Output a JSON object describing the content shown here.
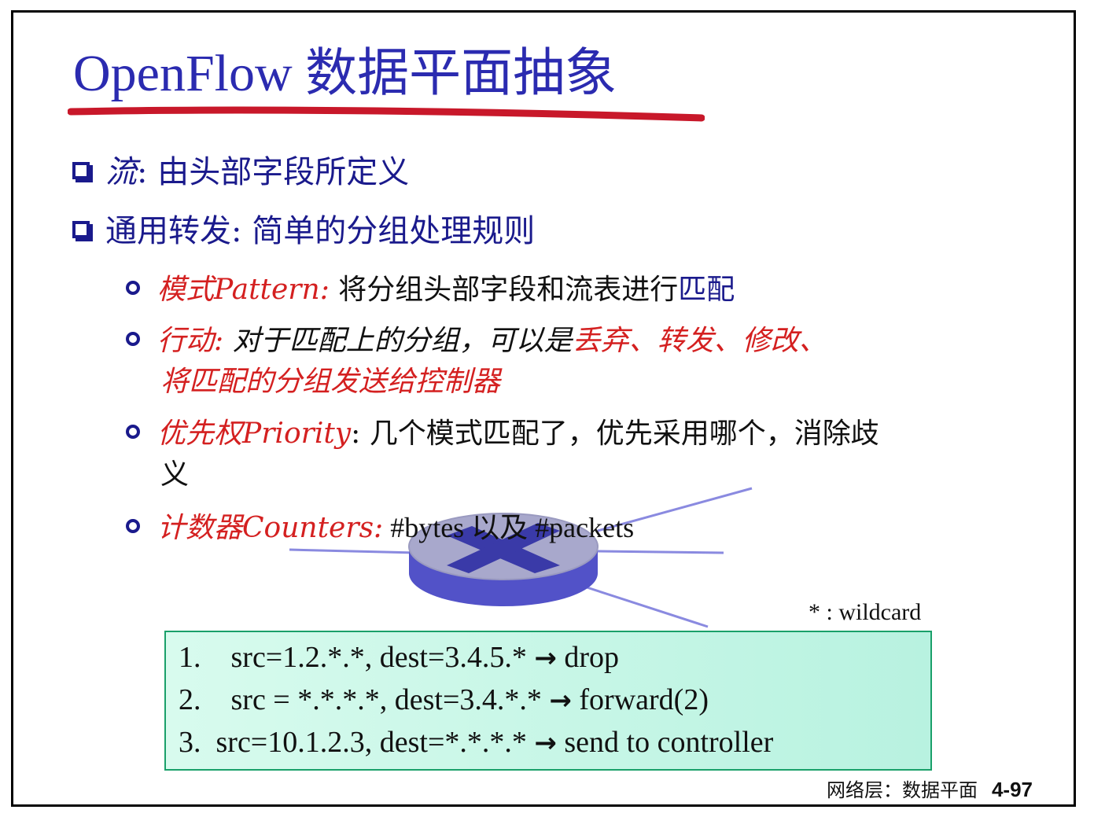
{
  "title": "OpenFlow 数据平面抽象",
  "bullets": [
    {
      "label": "流",
      "text": ": 由头部字段所定义"
    },
    {
      "label": "通用转发",
      "text": ": 简单的分组处理规则"
    }
  ],
  "sub_bullets": {
    "pattern": {
      "label": "模式Pattern:",
      "text": " 将分组头部字段和流表进行",
      "tail": "匹配"
    },
    "action": {
      "label": "行动:",
      "text": " 对于匹配上的分组，可以是",
      "highlight": "丢弃、转发、修改、",
      "line2": "将匹配的分组发送给控制器"
    },
    "priority": {
      "label": "优先权Priority",
      "text": ": 几个模式匹配了，优先采用哪个，消除歧",
      "line2": "义"
    },
    "counters": {
      "label": "计数器Counters:",
      "text": " #bytes 以及 #packets"
    }
  },
  "wildcard_note": "* : wildcard",
  "rules": [
    {
      "num": "1.",
      "match": "src=1.2.*.*, dest=3.4.5.*",
      "arrow": "→",
      "action": "drop"
    },
    {
      "num": "2.",
      "match": "src = *.*.*.*, dest=3.4.*.*",
      "arrow": "→",
      "action": "forward(2)"
    },
    {
      "num": "3.",
      "match": "src=10.1.2.3, dest=*.*.*.*",
      "arrow": "→",
      "action": "send to controller"
    }
  ],
  "footer": {
    "section": "网络层：数据平面",
    "page": "4-97"
  },
  "colors": {
    "title": "#2b2bb0",
    "accent_red": "#d42020",
    "bullet_blue": "#1a1a8c",
    "router": "#6a6ad8"
  },
  "icons": {
    "router": "router-icon"
  }
}
